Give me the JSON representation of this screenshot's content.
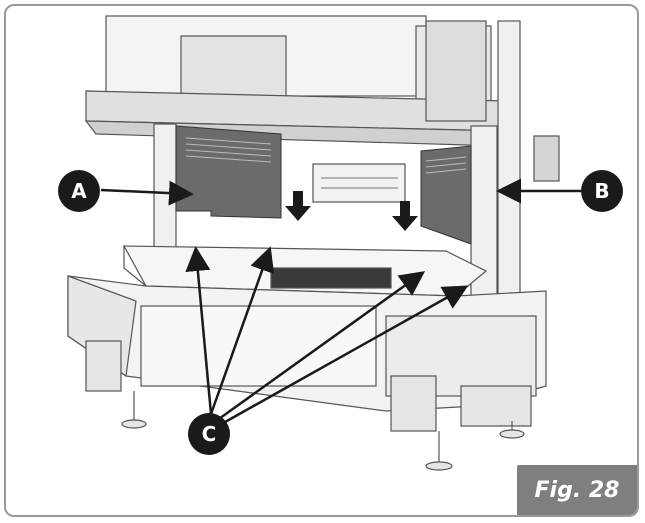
{
  "callouts": {
    "a": "A",
    "b": "B",
    "c": "C"
  },
  "figure_label": "Fig. 28"
}
